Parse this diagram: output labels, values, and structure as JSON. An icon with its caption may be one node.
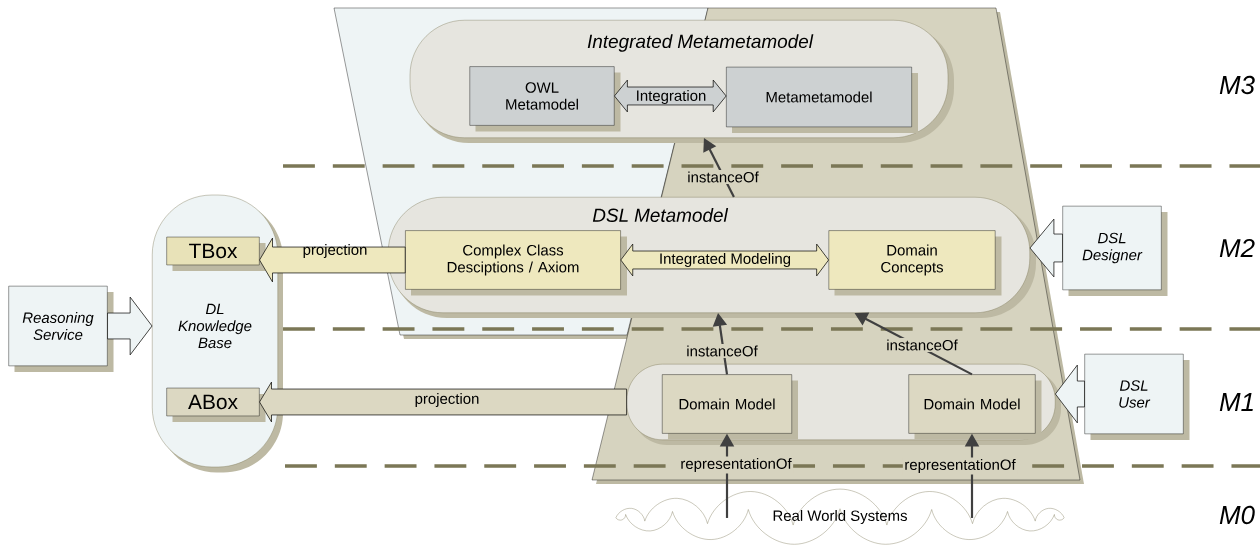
{
  "diagram": {
    "nodes": [
      {
        "text": [
          "Integrated Metametamodel"
        ]
      },
      {
        "text": [
          "OWL Metamodel"
        ],
        "in": 0
      },
      {
        "text": [
          "Metametamodel"
        ],
        "in": 0
      },
      {
        "text": [
          "DL Knowledge Base"
        ]
      },
      {
        "text": [
          "TBox"
        ],
        "in": 3
      },
      {
        "text": [
          "DSL  Metamodel"
        ]
      },
      {
        "text": [
          "Complex Class Desciptions / Axiom"
        ],
        "in": 5
      },
      {
        "text": [
          "Domain Concepts"
        ],
        "in": 5
      },
      {
        "text": [
          "DSL Designer"
        ]
      },
      {
        "text": [
          "Reasoning Service"
        ]
      },
      {
        "text": [
          "ABox"
        ],
        "in": 3
      },
      {
        "text": [],
        "shape": "box"
      },
      {
        "text": [
          "Domain Model"
        ],
        "in": 11
      },
      {
        "text": [
          "Domain Model"
        ],
        "in": 11
      },
      {
        "text": [
          "DSL User"
        ]
      },
      {
        "text": [
          "Real World Systems"
        ]
      }
    ],
    "edges": [
      {
        "from": 1,
        "to": 2,
        "arrow": "both",
        "label": "Integration",
        "style": "thick"
      },
      {
        "from": 5,
        "to": 0,
        "arrow": "to",
        "label": "instanceOf"
      },
      {
        "from": 6,
        "to": 4,
        "arrow": "to",
        "label": "projection",
        "style": "thick"
      },
      {
        "from": 6,
        "to": 7,
        "arrow": "both",
        "label": "Integrated Modeling",
        "style": "thick"
      },
      {
        "from": 8,
        "to": 5,
        "arrow": "to",
        "style": "thick"
      },
      {
        "from": 9,
        "to": 3,
        "arrow": "to",
        "style": "thick"
      },
      {
        "from": 12,
        "to": 5,
        "arrow": "to",
        "label": "instanceOf"
      },
      {
        "from": 13,
        "to": 5,
        "arrow": "to",
        "label": "instanceOf"
      },
      {
        "from": 11,
        "to": 10,
        "arrow": "to",
        "label": "projection",
        "style": "thick"
      },
      {
        "from": 14,
        "to": 11,
        "arrow": "to",
        "style": "thick"
      },
      {
        "from": 15,
        "to": 12,
        "arrow": "to",
        "label": "representationOf"
      },
      {
        "from": 15,
        "to": 13,
        "arrow": "to",
        "label": "representationOf"
      }
    ],
    "labels": [
      "M3",
      "M2",
      "M1",
      "M0"
    ]
  }
}
